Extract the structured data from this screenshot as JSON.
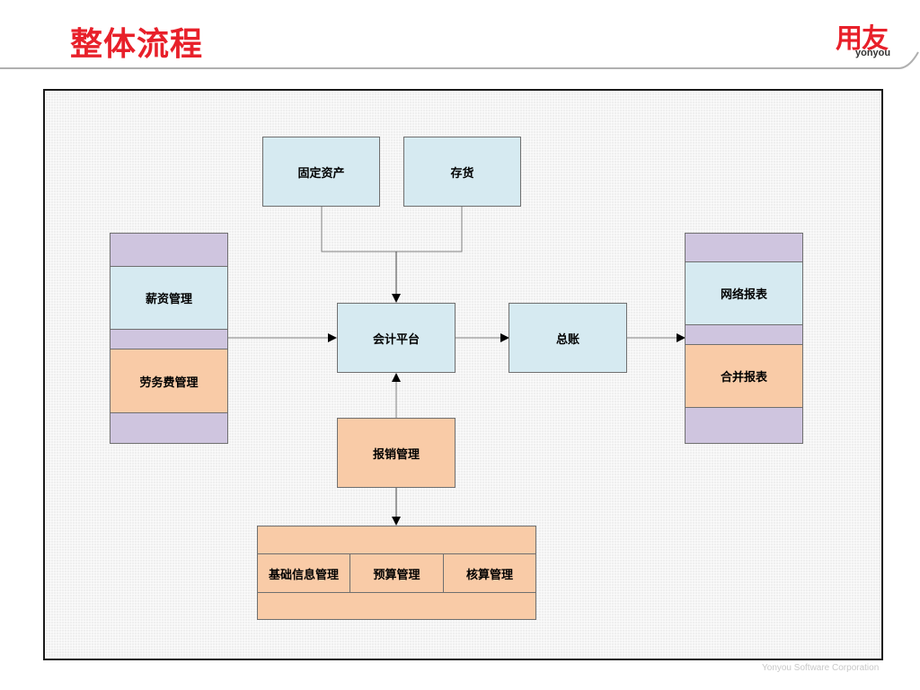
{
  "header": {
    "title": "整体流程",
    "logo_cn": "用友",
    "logo_en": "yonyou",
    "brand_color": "#e8202a"
  },
  "diagram": {
    "fixed_assets": "固定资产",
    "inventory": "存货",
    "payroll": "薪资管理",
    "labor_fee": "劳务费管理",
    "accounting_platform": "会计平台",
    "general_ledger": "总账",
    "network_report": "网络报表",
    "consolidated_report": "合并报表",
    "expense_mgmt": "报销管理",
    "basic_info": "基础信息管理",
    "budget": "预算管理",
    "accounting_check": "核算管理"
  },
  "footer": {
    "text": "Yonyou Software Corporation"
  }
}
